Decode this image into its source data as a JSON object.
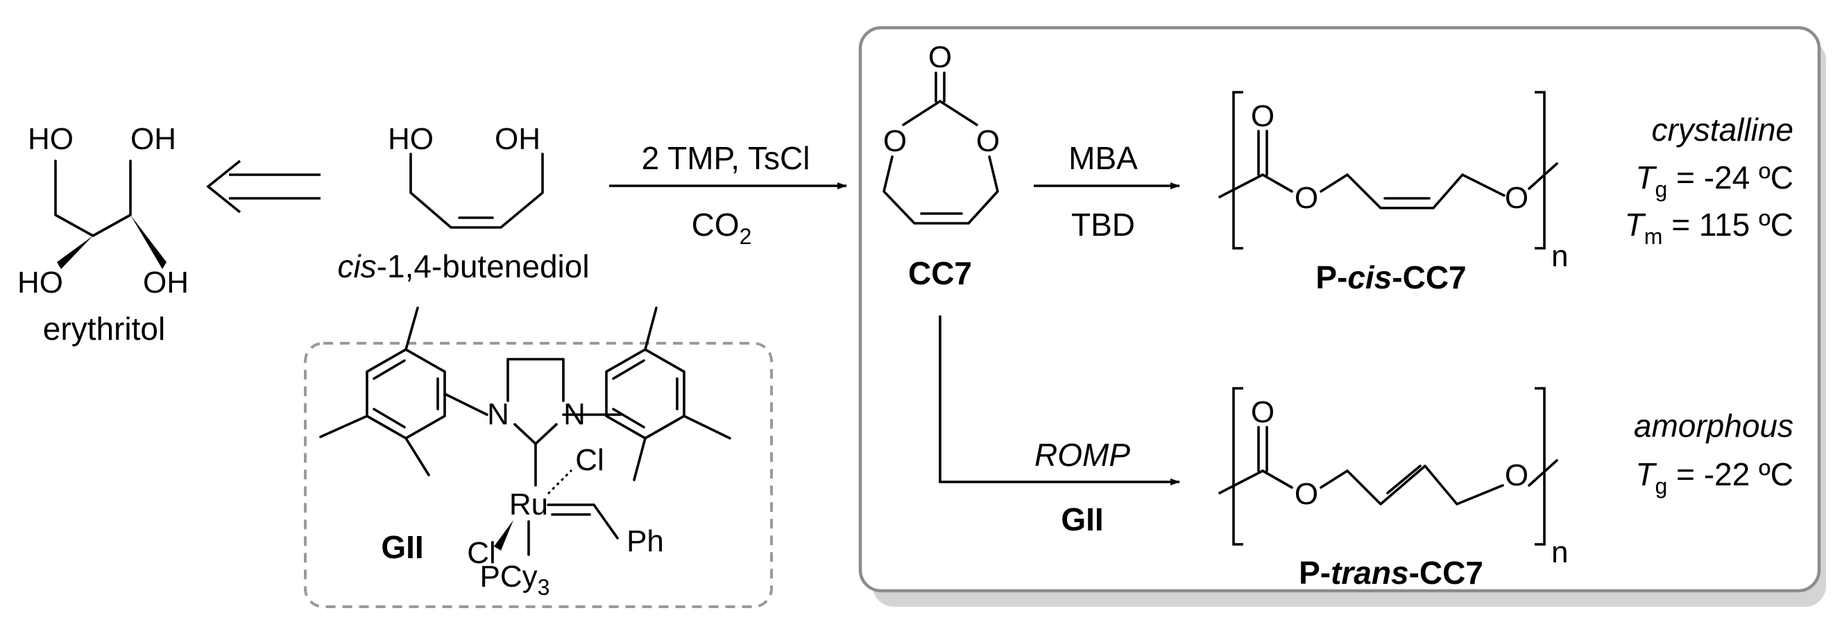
{
  "retro": {
    "erythritol": {
      "name": "erythritol",
      "oh1": "HO",
      "oh2": "OH",
      "oh3": "HO",
      "oh4": "OH"
    },
    "butenediol": {
      "name_italic": "cis",
      "name_rest": "-1,4-butenediol",
      "oh1": "HO",
      "oh2": "OH"
    }
  },
  "step1": {
    "reagent_top": "2 TMP, TsCl",
    "reagent_bottom": "CO",
    "reagent_bottom_sub": "2"
  },
  "monomer": {
    "name": "CC7",
    "o_carbonyl": "O",
    "o_left": "O",
    "o_right": "O"
  },
  "route_cis": {
    "reagent_top": "MBA",
    "reagent_bottom": "TBD",
    "polymer_prefix": "P-",
    "polymer_italic": "cis",
    "polymer_suffix": "-CC7",
    "o_carbonyl": "O",
    "o_ester": "O",
    "o_end": "O",
    "repeat": "n",
    "morphology": "crystalline",
    "tg_symbol": "T",
    "tg_sub": "g",
    "tg_value": " = -24 ºC",
    "tm_symbol": "T",
    "tm_sub": "m",
    "tm_value": " = 115 ºC"
  },
  "route_trans": {
    "reagent_top": "ROMP",
    "reagent_bottom": "GII",
    "polymer_prefix": "P-",
    "polymer_italic": "trans",
    "polymer_suffix": "-CC7",
    "o_carbonyl": "O",
    "o_ester": "O",
    "o_end": "O",
    "repeat": "n",
    "morphology": "amorphous",
    "tg_symbol": "T",
    "tg_sub": "g",
    "tg_value": " = -22 ºC"
  },
  "catalyst": {
    "name": "GII",
    "n1": "N",
    "n2": "N",
    "ru": "Ru",
    "cl1": "Cl",
    "cl2": "Cl",
    "ph": "Ph",
    "pcy": "PCy",
    "pcy_sub": "3"
  },
  "colors": {
    "box_border": "#8c8c8c",
    "box_shadow": "#d4d4d4",
    "dashed_border": "#9a9a9a"
  }
}
